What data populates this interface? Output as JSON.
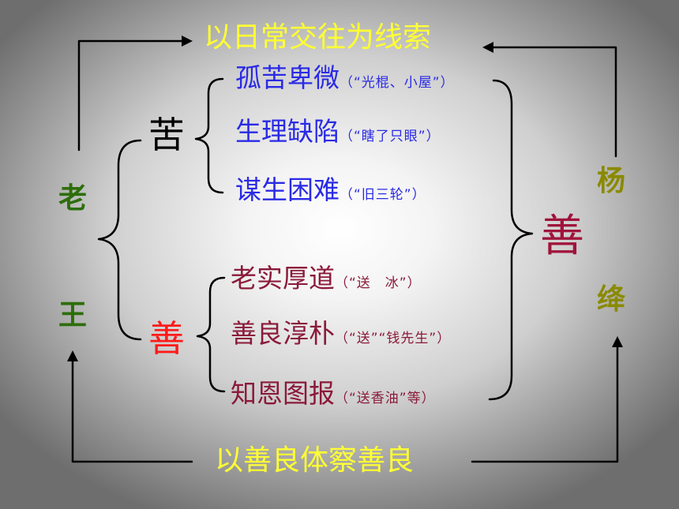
{
  "top_caption": "以日常交往为线索",
  "bottom_caption": "以善良体察善良",
  "left_name": {
    "char1": "老",
    "char2": "王"
  },
  "right_name": {
    "char1": "杨",
    "char2": "绛"
  },
  "center_label": "善",
  "ku_group": {
    "label": "苦",
    "items": [
      {
        "main": "孤苦卑微",
        "note": "（“光棍、小屋”）"
      },
      {
        "main": "生理缺陷",
        "note": "（“瞎了只眼”）"
      },
      {
        "main": "谋生困难",
        "note": "（“旧三轮”）"
      }
    ]
  },
  "shan_group": {
    "label": "善",
    "items": [
      {
        "main": "老实厚道",
        "note": "（“送　冰”）"
      },
      {
        "main": "善良淳朴",
        "note": "（“送”“钱先生”）"
      },
      {
        "main": "知恩图报",
        "note": "（“送香油”等）"
      }
    ]
  },
  "colors": {
    "caption": "#ffff33",
    "laowang": "#2d6e0a",
    "yangjiang": "#8a8a00",
    "ku_items": "#2a2ae6",
    "shan_items": "#8b1a3a",
    "shan_label": "#ff1a1a",
    "center": "#a0143c",
    "ku_label": "#000000"
  }
}
